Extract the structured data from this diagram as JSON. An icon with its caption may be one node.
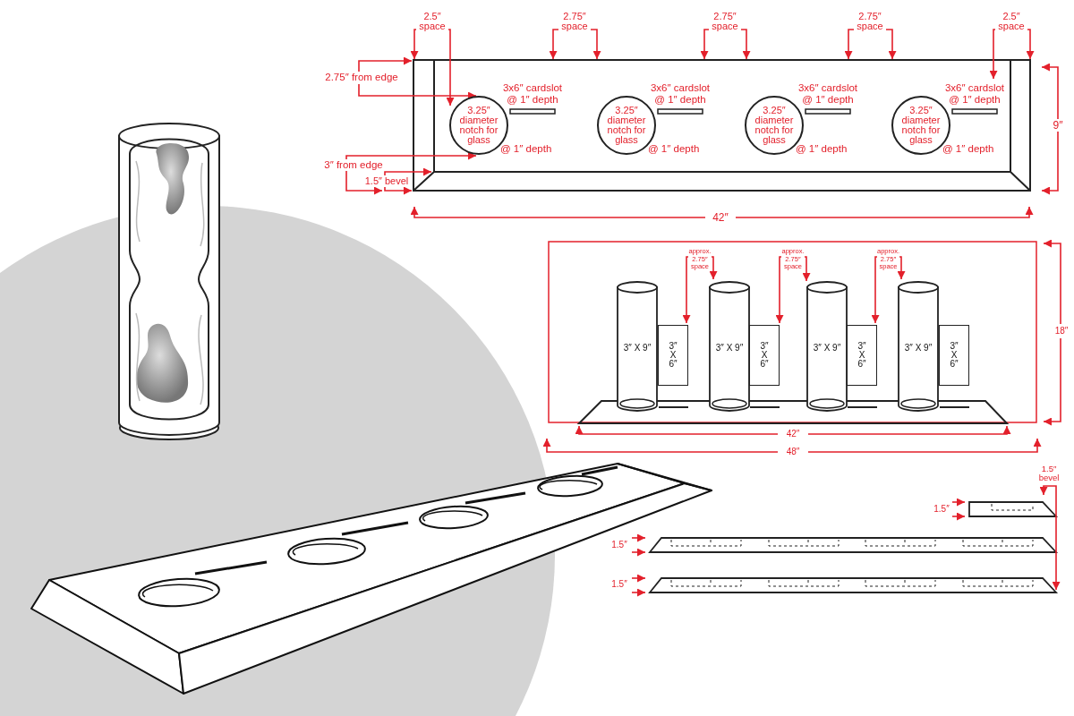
{
  "diagram": {
    "nodes": [
      {
        "text": [
          "3.25″ diameter notch for glass"
        ],
        "beside": [
          "3x6″ cardslot @ 1″ depth",
          "@ 1″ depth"
        ]
      },
      {
        "text": [
          "3.25″ diameter notch for glass"
        ],
        "beside": [
          "3x6″ cardslot @ 1″ depth",
          "@ 1″ depth"
        ]
      },
      {
        "text": [
          "3.25″ diameter notch for glass"
        ],
        "beside": [
          "3x6″ cardslot @ 1″ depth",
          "@ 1″ depth"
        ]
      },
      {
        "text": [
          "3.25″ diameter notch for glass"
        ],
        "beside": [
          "3x6″ cardslot @ 1″ depth",
          "@ 1″ depth"
        ]
      },
      {
        "text": [
          "3″ X 9″"
        ]
      },
      {
        "text": [
          "3″ X 6″"
        ]
      },
      {
        "text": [
          "3″ X 9″"
        ]
      },
      {
        "text": [
          "3″ X 6″"
        ]
      },
      {
        "text": [
          "3″ X 9″"
        ]
      },
      {
        "text": [
          "3″ X 6″"
        ]
      },
      {
        "text": [
          "3″ X 9″"
        ]
      },
      {
        "text": [
          "3″ X 6″"
        ]
      }
    ],
    "labels": [
      "2.5″ space",
      "2.75″ space",
      "2.75″ space",
      "2.75″ space",
      "2.5″ space",
      "2.75″ from edge",
      "3″ from edge",
      "1.5″ bevel",
      "9″",
      "42″",
      "approx. 2.75″ space",
      "approx. 2.75″ space",
      "approx. 2.75″ space",
      "18″",
      "42″",
      "48″",
      "1.5″ bevel",
      "1.5″",
      "1.5″",
      "1.5″"
    ]
  }
}
